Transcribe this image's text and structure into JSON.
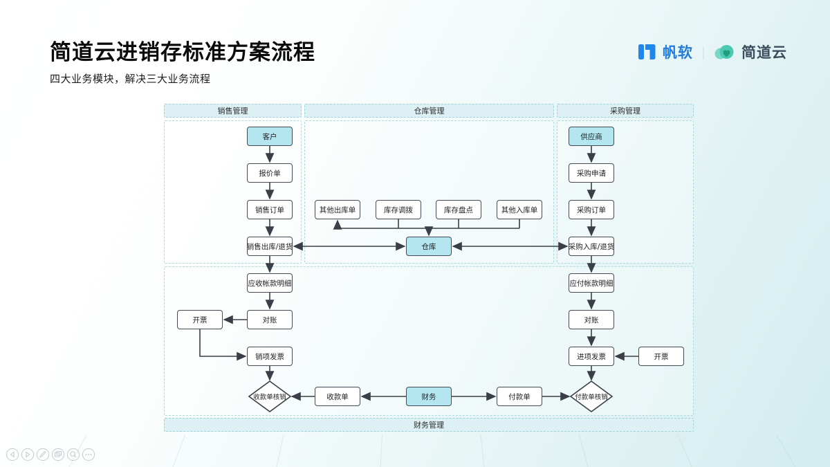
{
  "slide": {
    "title": "简道云进销存标准方案流程",
    "subtitle": "四大业务模块，解决三大业务流程"
  },
  "brand": {
    "fanruan_label": "帆软",
    "divider": "|",
    "jiandaoyun_label": "简道云",
    "fanruan_icon": "fanruan-logo-icon",
    "jiandaoyun_icon": "jiandaoyun-cloud-icon",
    "fanruan_color": "#1f7ce0",
    "jiandaoyun_color": "#45c7b3"
  },
  "sections": {
    "sales": "销售管理",
    "warehouse": "仓库管理",
    "purchase": "采购管理",
    "finance": "财务管理"
  },
  "nodes": {
    "customer": {
      "label": "客户",
      "highlight": true
    },
    "quotation": {
      "label": "报价单"
    },
    "sales_order": {
      "label": "销售订单"
    },
    "sales_outbound": {
      "label": "销售出库/退货"
    },
    "ar_detail": {
      "label": "应收帐款明细"
    },
    "reconcile_ar": {
      "label": "对账"
    },
    "invoice_ar": {
      "label": "开票"
    },
    "output_invoice": {
      "label": "销项发票"
    },
    "receipt_verify": {
      "label": "收款单核销",
      "shape": "diamond"
    },
    "other_outbound": {
      "label": "其他出库单"
    },
    "stock_transfer": {
      "label": "库存调拨"
    },
    "stock_count": {
      "label": "库存盘点"
    },
    "other_inbound": {
      "label": "其他入库单"
    },
    "warehouse": {
      "label": "仓库",
      "highlight": true
    },
    "finance": {
      "label": "财务",
      "highlight": true
    },
    "receipt": {
      "label": "收款单"
    },
    "payment": {
      "label": "付款单"
    },
    "supplier": {
      "label": "供应商",
      "highlight": true
    },
    "purchase_request": {
      "label": "采购申请"
    },
    "purchase_order": {
      "label": "采购订单"
    },
    "purchase_inbound": {
      "label": "采购入库/退货"
    },
    "ap_detail": {
      "label": "应付帐款明细"
    },
    "reconcile_ap": {
      "label": "对账"
    },
    "input_invoice": {
      "label": "进项发票"
    },
    "invoice_ap": {
      "label": "开票"
    },
    "payment_verify": {
      "label": "付款单核销",
      "shape": "diamond"
    }
  },
  "toolbar": {
    "items": [
      {
        "icon": "previous-slide-icon"
      },
      {
        "icon": "next-slide-icon"
      },
      {
        "icon": "pen-icon"
      },
      {
        "icon": "slides-icon"
      },
      {
        "icon": "zoom-icon"
      },
      {
        "icon": "more-icon"
      }
    ]
  },
  "colors": {
    "highlight_fill": "#b3e6f0",
    "section_bar_fill": "#ddf1f4",
    "section_dash_border": "#9cd2da",
    "node_border": "#434a54",
    "arrow": "#3a3f47"
  }
}
